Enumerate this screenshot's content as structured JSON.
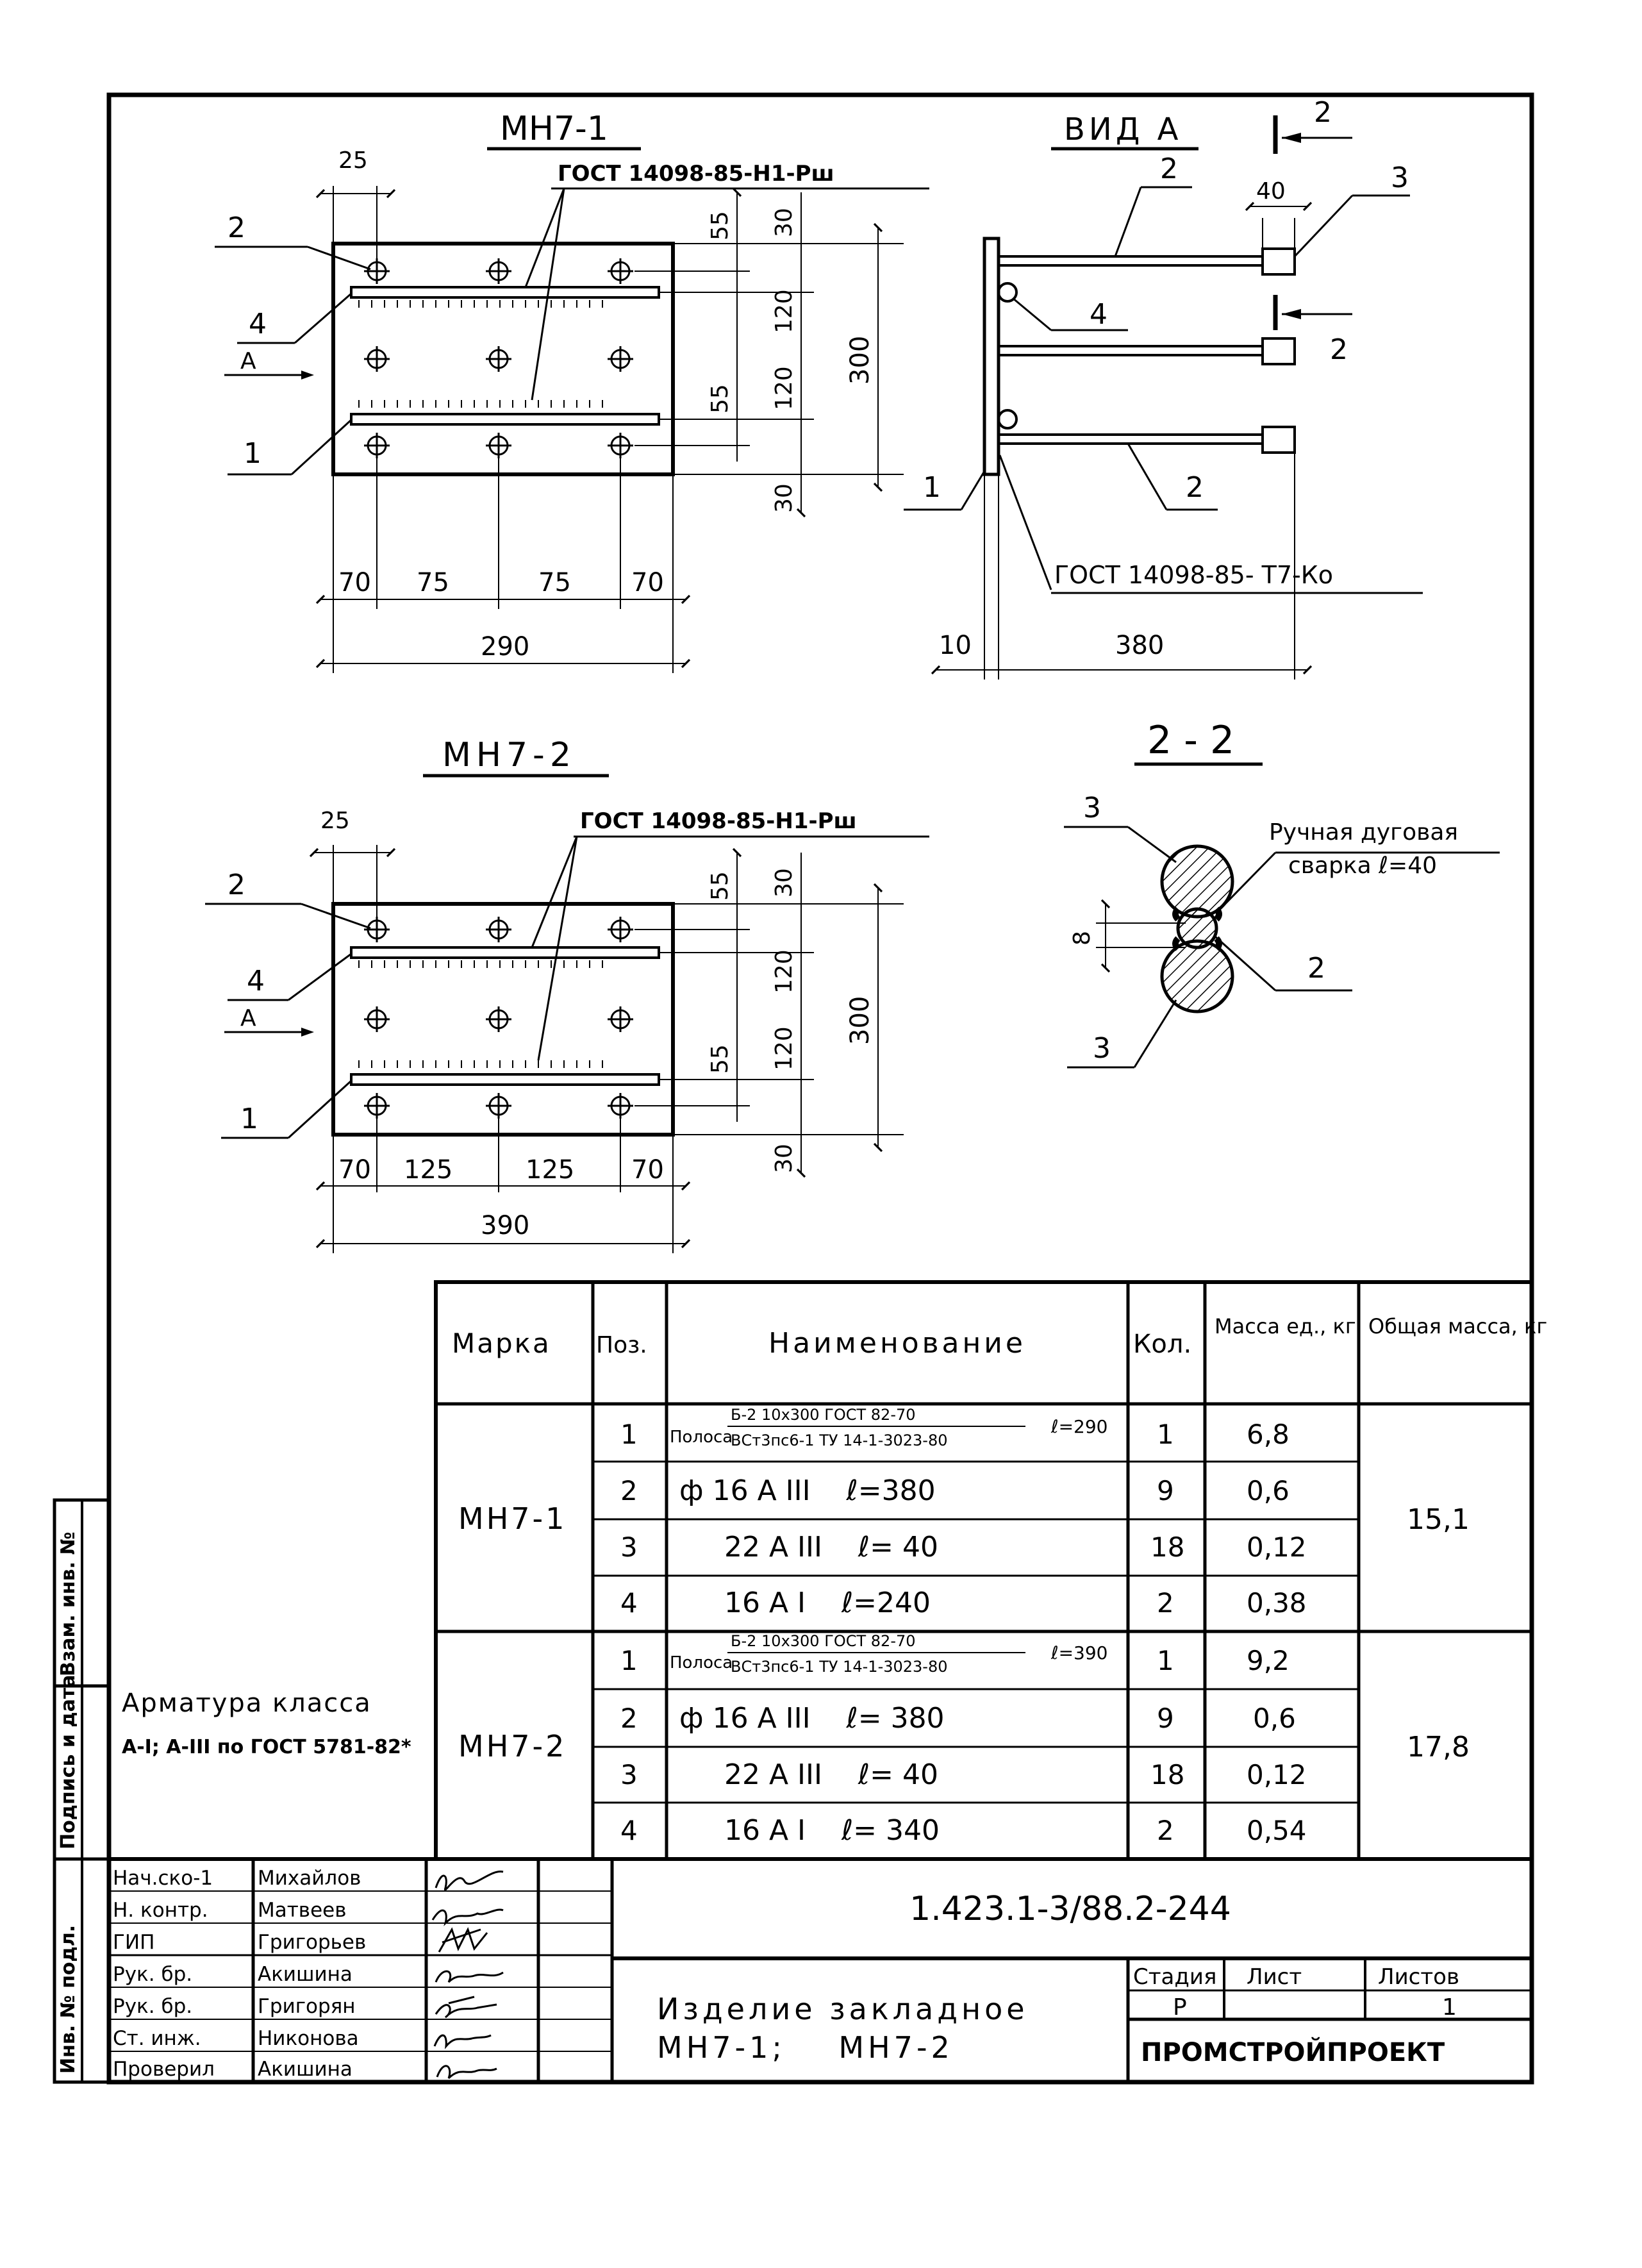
{
  "drawing": {
    "mn1": {
      "title": "МН7-1",
      "gost": "ГОСТ 14098-85-Н1-Рш",
      "pos": [
        "1",
        "2",
        "4"
      ],
      "dims_top": "25",
      "dims_right": [
        "55",
        "30",
        "120",
        "55",
        "120",
        "30",
        "300"
      ],
      "dims_bottom": [
        "70",
        "75",
        "75",
        "70",
        "290"
      ],
      "arrow_label": "А"
    },
    "vid_a": {
      "title": "ВИД А",
      "section_marks": [
        "2",
        "2"
      ],
      "pos": [
        "1",
        "2",
        "2",
        "3",
        "4"
      ],
      "dim_top": "40",
      "gost": "ГОСТ 14098-85- Т7-Ко",
      "dims_bottom": [
        "10",
        "380"
      ]
    },
    "mn2": {
      "title": "МН7-2",
      "gost": "ГОСТ 14098-85-Н1-Рш",
      "pos": [
        "1",
        "2",
        "4"
      ],
      "dims_top": "25",
      "dims_right": [
        "55",
        "30",
        "120",
        "55",
        "120",
        "30",
        "300"
      ],
      "dims_bottom": [
        "70",
        "125",
        "125",
        "70",
        "390"
      ],
      "arrow_label": "А"
    },
    "section22": {
      "title": "2 - 2",
      "weld_label_1": "Ручная дуговая",
      "weld_label_2": "сварка ℓ=40",
      "dim": "8",
      "pos": [
        "3",
        "2",
        "3"
      ]
    }
  },
  "spec_table": {
    "headers": [
      "Марка",
      "Поз.",
      "Наименование",
      "Кол.",
      "Масса ед., кг",
      "Общая масса, кг"
    ],
    "groups": [
      {
        "mark": "МН7-1",
        "total": "15,1",
        "rows": [
          {
            "pos": "1",
            "name": "Полоса",
            "frac_top": "Б-2 10х300 ГОСТ 82-70",
            "frac_bottom": "ВСт3пс6-1 ТУ 14-1-3023-80",
            "len": "ℓ=290",
            "qty": "1",
            "mass": "6,8"
          },
          {
            "pos": "2",
            "name": "ф 16 А III    ℓ=380",
            "qty": "9",
            "mass": "0,6"
          },
          {
            "pos": "3",
            "name": "22 А III    ℓ= 40",
            "qty": "18",
            "mass": "0,12"
          },
          {
            "pos": "4",
            "name": "16 А I    ℓ=240",
            "qty": "2",
            "mass": "0,38"
          }
        ]
      },
      {
        "mark": "МН7-2",
        "total": "17,8",
        "rows": [
          {
            "pos": "1",
            "name": "Полоса",
            "frac_top": "Б-2 10х300 ГОСТ 82-70",
            "frac_bottom": "ВСт3пс6-1 ТУ 14-1-3023-80",
            "len": "ℓ=390",
            "qty": "1",
            "mass": "9,2"
          },
          {
            "pos": "2",
            "name": "ф 16 А III    ℓ= 380",
            "qty": "9",
            "mass": "0,6"
          },
          {
            "pos": "3",
            "name": "22 А III    ℓ= 40",
            "qty": "18",
            "mass": "0,12"
          },
          {
            "pos": "4",
            "name": "16 А I    ℓ= 340",
            "qty": "2",
            "mass": "0,54"
          }
        ]
      }
    ]
  },
  "note": {
    "line1": "Арматура класса",
    "line2": "А-I; А-III по ГОСТ 5781-82*"
  },
  "side_stamp": [
    "Инв. № подл.",
    "Подпись и дата",
    "Взам. инв. №"
  ],
  "title_block": {
    "doc_code": "1.423.1-3/88.2-244",
    "doc_name_1": "Изделие закладное",
    "doc_name_2": "МН7-1;    МН7-2",
    "stage_label": "Стадия",
    "sheet_label": "Лист",
    "sheets_label": "Листов",
    "stage": "Р",
    "sheets": "1",
    "org": "ПРОМСТРОЙПРОЕКТ",
    "people": [
      {
        "role": "Нач.ско-1",
        "name": "Михайлов"
      },
      {
        "role": "Н. контр.",
        "name": "Матвеев"
      },
      {
        "role": "ГИП",
        "name": "Григорьев"
      },
      {
        "role": "Рук. бр.",
        "name": "Акишина"
      },
      {
        "role": "Рук. бр.",
        "name": "Григорян"
      },
      {
        "role": "Ст. инж.",
        "name": "Никонова"
      },
      {
        "role": "Проверил",
        "name": "Акишина"
      }
    ]
  }
}
